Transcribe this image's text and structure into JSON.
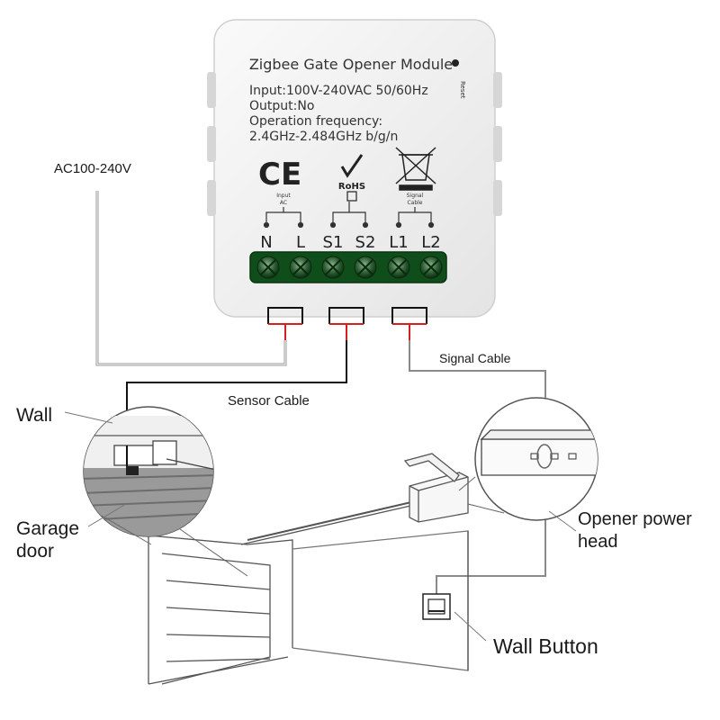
{
  "module": {
    "title": "Zigbee Gate Opener Module",
    "reset_label": "Reset",
    "specs": [
      "Input:100V-240VAC 50/60Hz",
      "Output:No",
      "Operation frequency:",
      "2.4GHz-2.484GHz b/g/n"
    ],
    "ce_mark": "CE",
    "rohs_label": "RoHS",
    "groups": [
      {
        "label_line1": "Input",
        "label_line2": "AC"
      },
      {
        "label_line1": "Signal",
        "label_line2": "Cable"
      }
    ],
    "terminals": [
      "N",
      "L",
      "S1",
      "S2",
      "L1",
      "L2"
    ]
  },
  "labels": {
    "ac_input": "AC100-240V",
    "sensor_cable": "Sensor Cable",
    "signal_cable": "Signal Cable",
    "wall": "Wall",
    "garage_door_line1": "Garage",
    "garage_door_line2": "door",
    "opener_line1": "Opener power",
    "opener_line2": "head",
    "wall_button": "Wall Button"
  },
  "icons": [
    "ce-mark-icon",
    "rohs-icon",
    "weee-bin-icon",
    "reset-button-icon",
    "screw-terminal-icon"
  ],
  "colors": {
    "module_body": "#f2f2f2",
    "terminal_block": "#0f4d1a",
    "wire_red": "#d42020",
    "wire_black": "#111111",
    "wire_gray": "#9a9a9a"
  }
}
